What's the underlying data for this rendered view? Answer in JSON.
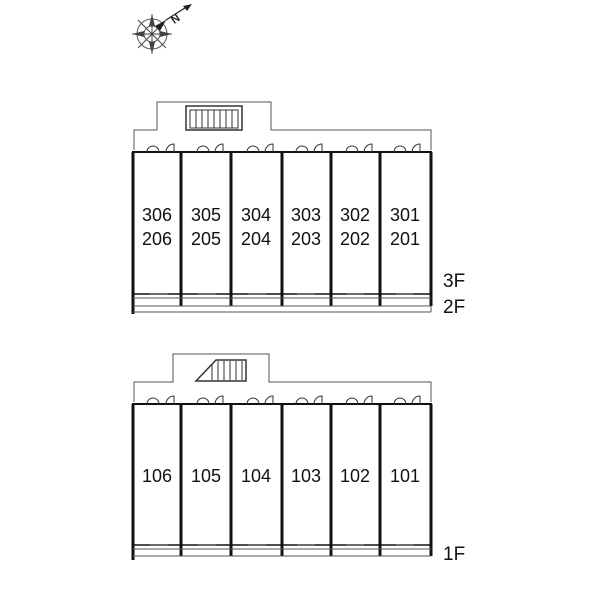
{
  "compass": {
    "north_label": "N"
  },
  "upper_block": {
    "floor_labels": [
      "3F",
      "2F"
    ],
    "units": [
      {
        "top": "306",
        "bottom": "206"
      },
      {
        "top": "305",
        "bottom": "205"
      },
      {
        "top": "304",
        "bottom": "204"
      },
      {
        "top": "303",
        "bottom": "203"
      },
      {
        "top": "302",
        "bottom": "202"
      },
      {
        "top": "301",
        "bottom": "201"
      }
    ]
  },
  "lower_block": {
    "floor_labels": [
      "1F"
    ],
    "units": [
      {
        "top": "106"
      },
      {
        "top": "105"
      },
      {
        "top": "104"
      },
      {
        "top": "103"
      },
      {
        "top": "102"
      },
      {
        "top": "101"
      }
    ]
  }
}
